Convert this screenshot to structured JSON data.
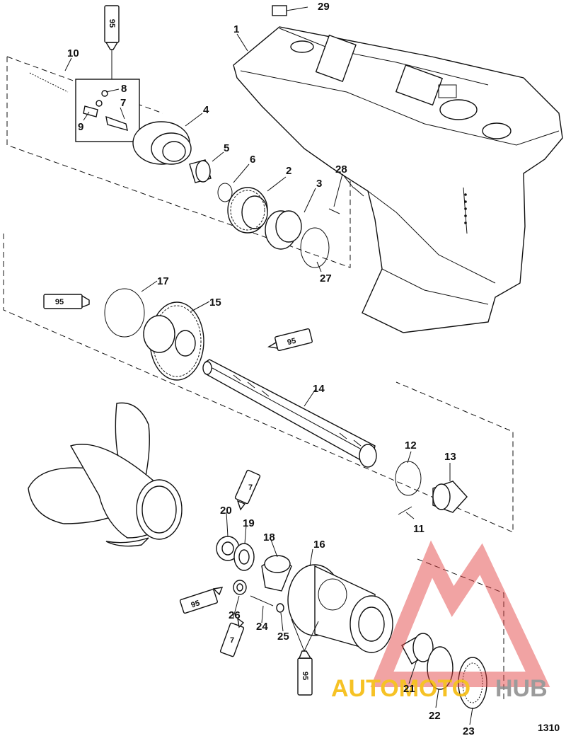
{
  "callouts": {
    "c1": "1",
    "c2": "2",
    "c3": "3",
    "c4": "4",
    "c5": "5",
    "c6": "6",
    "c7": "7",
    "c8": "8",
    "c9": "9",
    "c10": "10",
    "c11": "11",
    "c12": "12",
    "c13": "13",
    "c14": "14",
    "c15": "15",
    "c16": "16",
    "c17": "17",
    "c18": "18",
    "c19": "19",
    "c20": "20",
    "c21": "21",
    "c22": "22",
    "c23": "23",
    "c24": "24",
    "c25": "25",
    "c26": "26",
    "c27": "27",
    "c28": "28",
    "c29": "29"
  },
  "tubes": {
    "t95a": "95",
    "t95b": "95",
    "t95c": "95",
    "t95d": "95",
    "t95e": "95",
    "t7a": "7",
    "t7b": "7"
  },
  "figure_id": "1310",
  "watermark": {
    "text_a": "AUTOMOTO",
    "text_b": "HUB",
    "color_a": "#f5b800",
    "color_b": "#8a8a8a",
    "logo_color": "#e03a3a"
  }
}
